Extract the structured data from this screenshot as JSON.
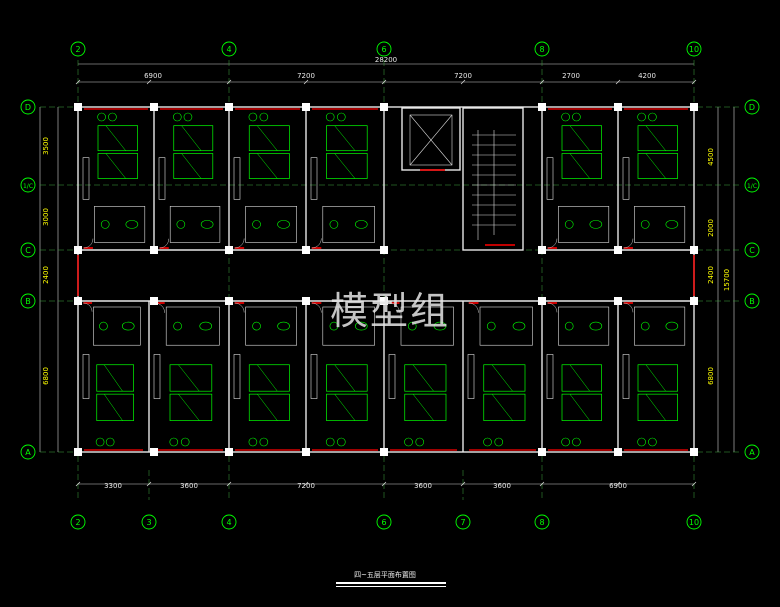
{
  "drawing": {
    "title": "四~五层平面布置图",
    "watermark": "模型组",
    "total_dimension": "28200",
    "total_height": "15700",
    "colors": {
      "grid": "#00ff00",
      "dim": "#ffff00",
      "wall": "#ffffff",
      "door": "#ff0000",
      "furniture": "#00ff00",
      "text": "#ffffff",
      "bubble": "#00ff00",
      "cyan": "#00ffff"
    },
    "top_axes": [
      "2",
      "4",
      "6",
      "8",
      "10"
    ],
    "bottom_axes": [
      "2",
      "3",
      "4",
      "6",
      "7",
      "8",
      "10"
    ],
    "left_axes": [
      "D",
      "1/C",
      "C",
      "B",
      "A"
    ],
    "right_axes": [
      "D",
      "1/C",
      "C",
      "B",
      "A"
    ],
    "top_dims": [
      "6900",
      "7200",
      "7200",
      "2700",
      "4200"
    ],
    "bottom_dims": [
      "3300",
      "3600",
      "7200",
      "3600",
      "3600",
      "6900"
    ],
    "left_dims": [
      "3500",
      "3000",
      "2400",
      "6800"
    ],
    "right_dims": [
      "4500",
      "2000",
      "2400",
      "6800"
    ]
  }
}
